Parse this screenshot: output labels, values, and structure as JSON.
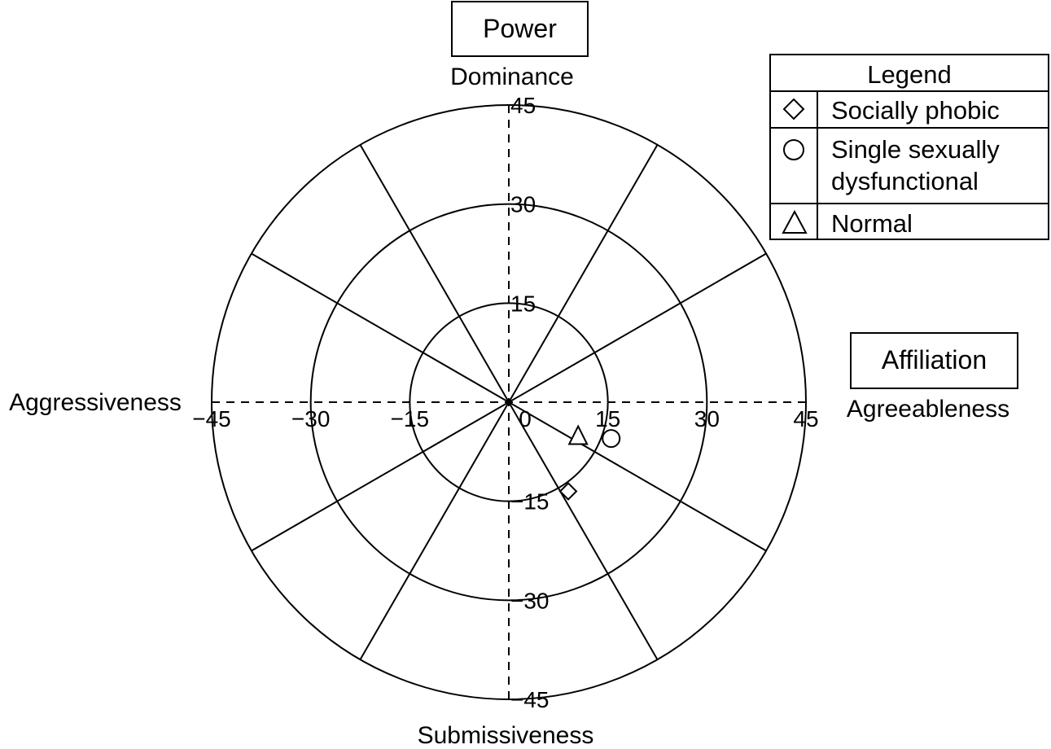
{
  "chart_data": {
    "type": "scatter",
    "subtype": "circumplex",
    "range": [
      -45,
      45
    ],
    "ring_values": [
      15,
      30,
      45
    ],
    "sector_count": 12,
    "axes": {
      "power_box": "Power",
      "affiliation_box": "Affiliation",
      "top": "Dominance",
      "bottom": "Submissiveness",
      "left": "Aggressiveness",
      "right": "Agreeableness"
    },
    "x_ticks": [
      "−45",
      "−30",
      "−15",
      "0",
      "15",
      "30",
      "45"
    ],
    "x_tick_values": [
      -45,
      -30,
      -15,
      0,
      15,
      30,
      45
    ],
    "y_ticks": [
      "45",
      "30",
      "15",
      "−15",
      "−30",
      "−45"
    ],
    "y_tick_values": [
      45,
      30,
      15,
      -15,
      -30,
      -45
    ],
    "legend": {
      "title": "Legend",
      "placement": "top-right",
      "entries": [
        {
          "marker": "diamond",
          "label_lines": [
            "Socially phobic"
          ]
        },
        {
          "marker": "circle",
          "label_lines": [
            "Single sexually",
            "dysfunctional"
          ]
        },
        {
          "marker": "triangle",
          "label_lines": [
            "Normal"
          ]
        }
      ]
    },
    "series": [
      {
        "name": "Socially phobic",
        "marker": "diamond",
        "x": 9,
        "y": -13.5
      },
      {
        "name": "Single sexually dysfunctional",
        "marker": "circle",
        "x": 15.5,
        "y": -5.5
      },
      {
        "name": "Normal",
        "marker": "triangle",
        "x": 10.5,
        "y": -5
      }
    ]
  }
}
